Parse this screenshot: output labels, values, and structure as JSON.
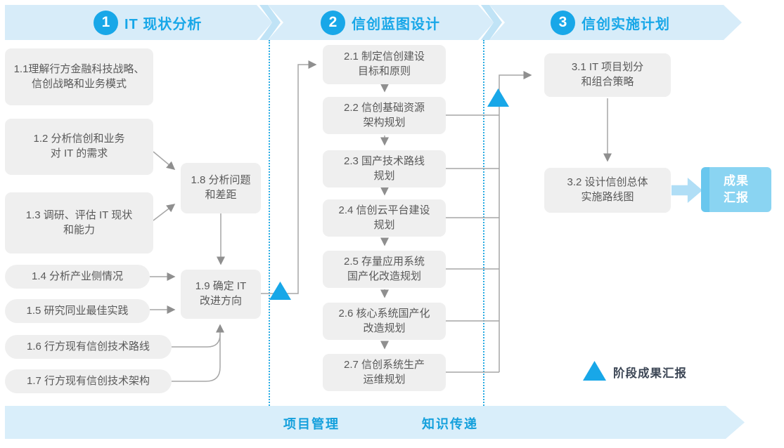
{
  "colors": {
    "accent_blue": "#18a7e8",
    "banner_bg": "#d7ecf9",
    "banner_chevron": "#c0e3f6",
    "task_box_bg": "#efefef",
    "task_text": "#595959",
    "connector_gray": "#a6a6a6",
    "result_box_bg": "#8ad4f2",
    "fat_arrow": "#b0def6",
    "dotted_divider": "#29abe2",
    "legend_text": "#3d4756"
  },
  "phases": [
    {
      "number": "1",
      "title": "IT 现状分析"
    },
    {
      "number": "2",
      "title": "信创蓝图设计"
    },
    {
      "number": "3",
      "title": "信创实施计划"
    }
  ],
  "phase1": {
    "boxes": [
      "1.1理解行方金融科技战略、\n信创战略和业务模式",
      "1.2 分析信创和业务\n对 IT 的需求",
      "1.3 调研、评估 IT 现状\n和能力",
      "1.4 分析产业侧情况",
      "1.5 研究同业最佳实践",
      "1.6 行方现有信创技术路线",
      "1.7 行方现有信创技术架构",
      "1.8 分析问题\n和差距",
      "1.9 确定 IT\n改进方向"
    ]
  },
  "phase2": {
    "boxes": [
      "2.1 制定信创建设\n目标和原则",
      "2.2 信创基础资源\n架构规划",
      "2.3 国产技术路线\n规划",
      "2.4 信创云平台建设\n规划",
      "2.5 存量应用系统\n国产化改造规划",
      "2.6 核心系统国产化\n改造规划",
      "2.7 信创系统生产\n运维规划"
    ]
  },
  "phase3": {
    "boxes": [
      "3.1 IT 项目划分\n和组合策略",
      "3.2 设计信创总体\n实施路线图"
    ],
    "result": "成果\n汇报"
  },
  "bottom_banner": {
    "labels": [
      "项目管理",
      "知识传递"
    ]
  },
  "legend": {
    "label": "阶段成果汇报"
  }
}
